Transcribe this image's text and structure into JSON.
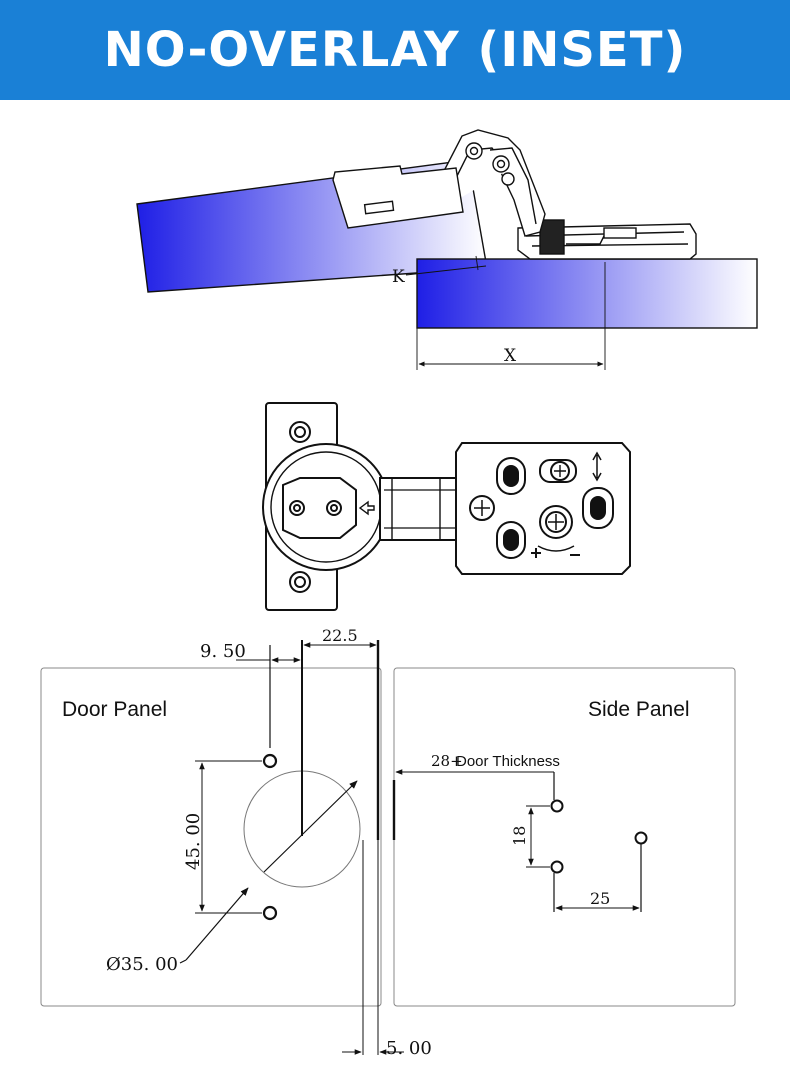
{
  "title": "NO-OVERLAY (INSET)",
  "side_view": {
    "k_label": "K",
    "x_label": "X"
  },
  "drilling": {
    "door_panel_label": "Door Panel",
    "side_panel_label": "Side Panel",
    "dim_9_50": "9. 50",
    "dim_22_5": "22.5",
    "dim_45_00": "45. 00",
    "dim_diameter": "Ø35. 00",
    "dim_5_00": "5. 00",
    "dim_28_prefix": "28+",
    "dim_28_text": "Door Thickness",
    "dim_18": "18",
    "dim_25": "25"
  },
  "colors": {
    "banner": "#1a80d6",
    "gradient_start": "#1f1fe6",
    "gradient_end": "#ffffff",
    "line": "#111111"
  }
}
